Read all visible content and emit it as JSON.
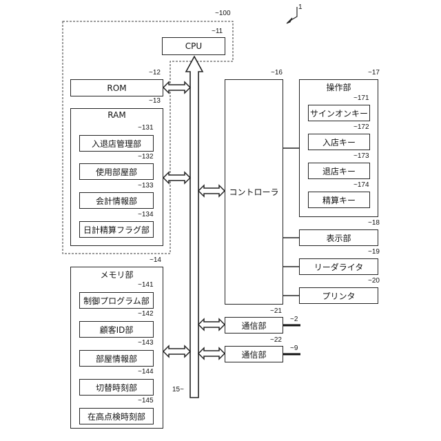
{
  "figure_ref": "1",
  "group": {
    "ref": "100"
  },
  "cpu": {
    "ref": "11",
    "label": "CPU"
  },
  "rom": {
    "ref": "12",
    "label": "ROM"
  },
  "ram": {
    "ref": "13",
    "label": "RAM",
    "items": [
      {
        "ref": "131",
        "label": "入退店管理部"
      },
      {
        "ref": "132",
        "label": "使用部屋部"
      },
      {
        "ref": "133",
        "label": "会計情報部"
      },
      {
        "ref": "134",
        "label": "日計精算フラグ部"
      }
    ]
  },
  "memory": {
    "ref": "14",
    "label": "メモリ部",
    "items": [
      {
        "ref": "141",
        "label": "制御プログラム部"
      },
      {
        "ref": "142",
        "label": "顧客ID部"
      },
      {
        "ref": "143",
        "label": "部屋情報部"
      },
      {
        "ref": "144",
        "label": "切替時刻部"
      },
      {
        "ref": "145",
        "label": "在高点検時刻部"
      }
    ]
  },
  "bus": {
    "ref": "15"
  },
  "controller": {
    "ref": "16",
    "label": "コントローラ"
  },
  "operation": {
    "ref": "17",
    "label": "操作部",
    "items": [
      {
        "ref": "171",
        "label": "サインオンキー"
      },
      {
        "ref": "172",
        "label": "入店キー"
      },
      {
        "ref": "173",
        "label": "退店キー"
      },
      {
        "ref": "174",
        "label": "精算キー"
      }
    ]
  },
  "display": {
    "ref": "18",
    "label": "表示部"
  },
  "reader_writer": {
    "ref": "19",
    "label": "リーダライタ"
  },
  "printer": {
    "ref": "20",
    "label": "プリンタ"
  },
  "comm1": {
    "ref": "21",
    "label": "通信部",
    "line_ref": "2"
  },
  "comm2": {
    "ref": "22",
    "label": "通信部",
    "line_ref": "9"
  }
}
